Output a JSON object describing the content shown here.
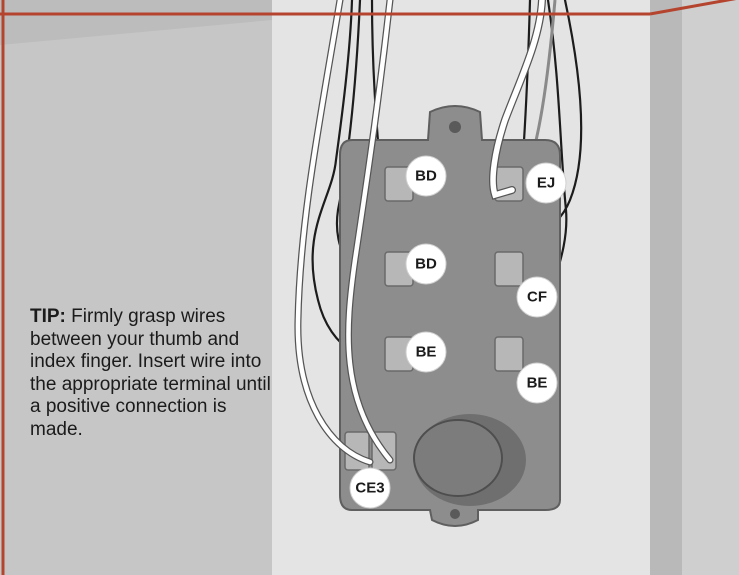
{
  "tip": {
    "label": "TIP:",
    "text": "Firmly grasp wires between your thumb and index finger. Insert wire into the appropriate terminal until a positive connection is made."
  },
  "callouts": [
    "BD",
    "EJ",
    "BD",
    "CF",
    "BE",
    "BE",
    "CE3"
  ],
  "colors": {
    "frame": "#b5442f",
    "wall": "#c9c9c9",
    "panel": "#e2e2e2",
    "box": "#8e8e8e",
    "wire_white": "#ffffff",
    "wire_dark": "#1c1c1c",
    "callout_fill": "#ffffff"
  }
}
